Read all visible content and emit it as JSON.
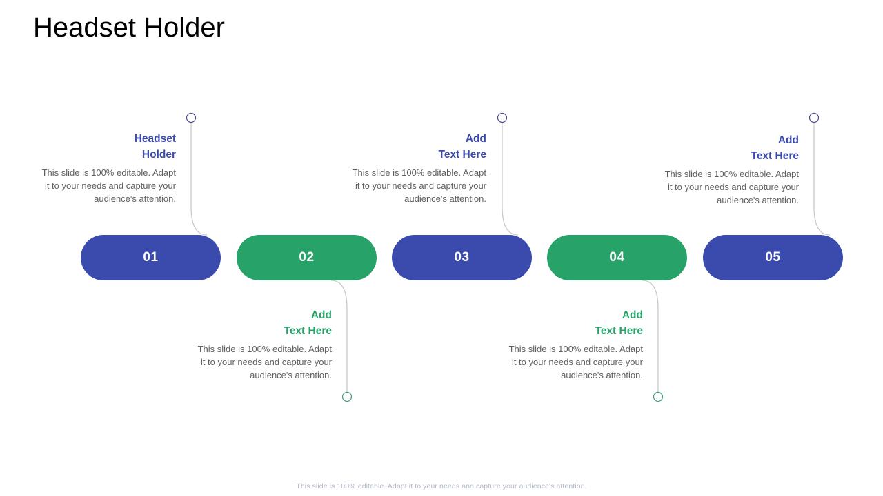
{
  "slide": {
    "title": "Headset Holder",
    "footer_note": "This slide is 100% editable. Adapt it to your needs and capture your audience's attention.",
    "colors": {
      "blue": "#3b4bad",
      "green": "#27a269",
      "body_text": "#5f5f5f",
      "connector": "#bdbdbd",
      "footer": "#b3b9c9",
      "background": "#ffffff"
    }
  },
  "steps": [
    {
      "number": "01",
      "color": "blue",
      "position": "top",
      "heading": "Headset\nHolder",
      "body": "This slide is 100% editable. Adapt it to your needs and capture your audience's attention."
    },
    {
      "number": "02",
      "color": "green",
      "position": "bottom",
      "heading": "Add\nText Here",
      "body": "This slide is 100% editable. Adapt it to your needs and capture your audience's attention."
    },
    {
      "number": "03",
      "color": "blue",
      "position": "top",
      "heading": "Add\nText Here",
      "body": "This slide is 100% editable. Adapt it to your needs and capture your audience's attention."
    },
    {
      "number": "04",
      "color": "green",
      "position": "bottom",
      "heading": "Add\nText Here",
      "body": "This slide is 100% editable. Adapt it to your needs and capture your audience's attention."
    },
    {
      "number": "05",
      "color": "blue",
      "position": "top",
      "heading": "Add\nText Here",
      "body": "This slide is 100% editable. Adapt it to your needs and capture your audience's attention."
    }
  ]
}
